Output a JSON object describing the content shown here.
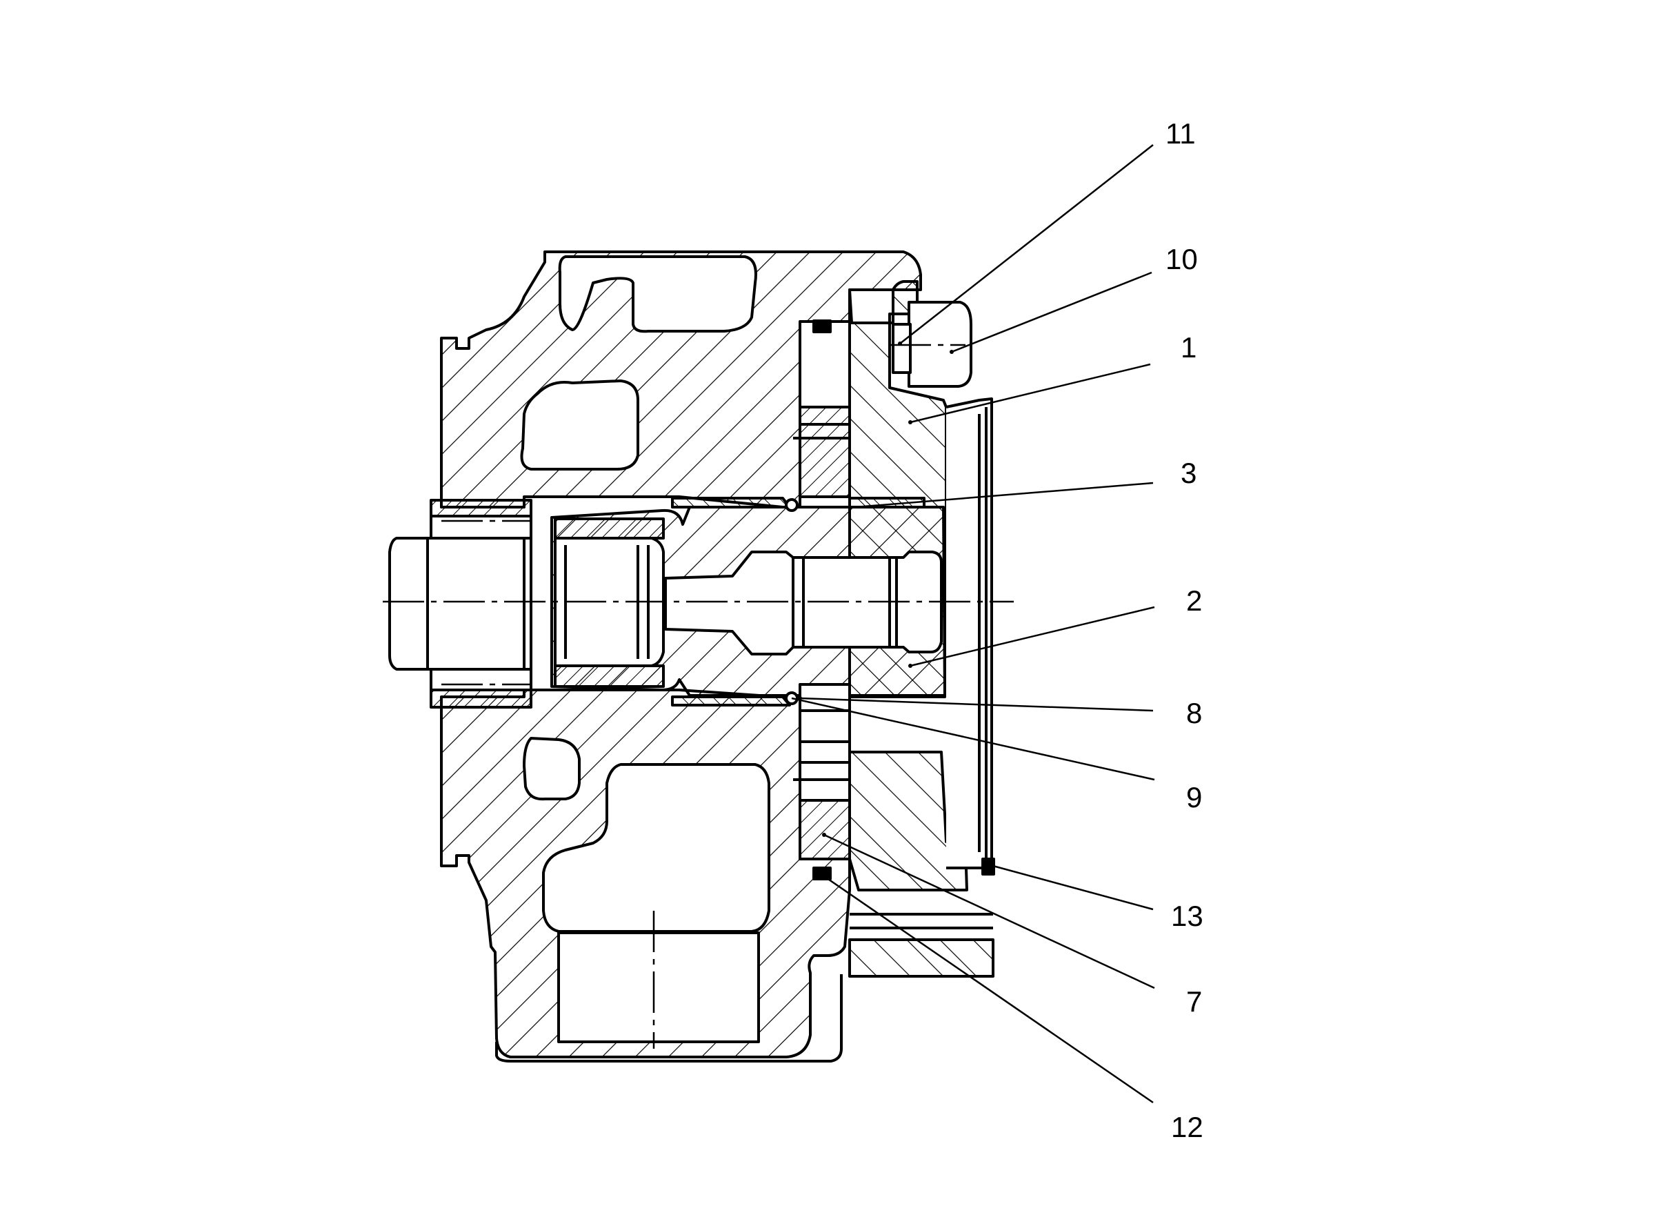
{
  "diagram": {
    "background_color": "#ffffff",
    "line_color": "#000000",
    "callouts": [
      {
        "id": "11",
        "text": "11"
      },
      {
        "id": "10",
        "text": "10"
      },
      {
        "id": "1",
        "text": "1"
      },
      {
        "id": "3",
        "text": "3"
      },
      {
        "id": "2",
        "text": "2"
      },
      {
        "id": "8",
        "text": "8"
      },
      {
        "id": "9",
        "text": "9"
      },
      {
        "id": "13",
        "text": "13"
      },
      {
        "id": "7",
        "text": "7"
      },
      {
        "id": "12",
        "text": "12"
      }
    ]
  }
}
